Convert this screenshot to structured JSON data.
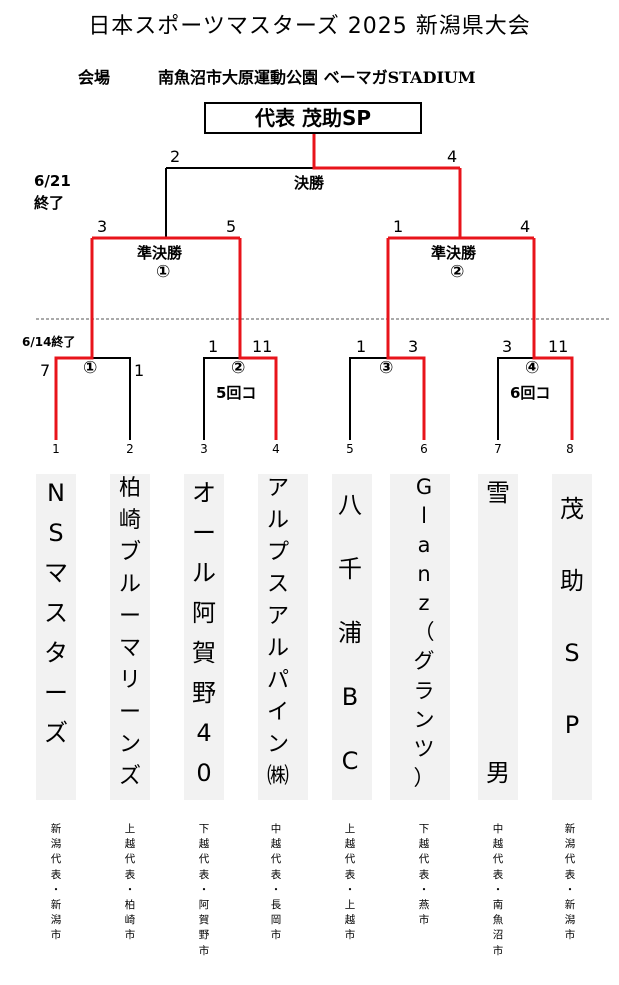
{
  "header": {
    "title": "日本スポーツマスターズ 2025 新潟県大会",
    "venue_label": "会場",
    "venue_name": "南魚沼市大原運動公園 ベーマガSTADIUM"
  },
  "champion": "代表 茂助SP",
  "dates": {
    "final": "6/21",
    "final_status": "終了",
    "first_round": "6/14終了"
  },
  "final": {
    "label": "決勝",
    "left_score": "2",
    "right_score": "4"
  },
  "semifinals": [
    {
      "label": "準決勝",
      "number": "①",
      "left_score": "3",
      "right_score": "5"
    },
    {
      "label": "準決勝",
      "number": "②",
      "left_score": "1",
      "right_score": "4"
    }
  ],
  "first_round": [
    {
      "number": "①",
      "left_score": "7",
      "right_score": "1",
      "note": ""
    },
    {
      "number": "②",
      "left_score": "1",
      "right_score": "11",
      "note": "5回コ"
    },
    {
      "number": "③",
      "left_score": "1",
      "right_score": "3",
      "note": ""
    },
    {
      "number": "④",
      "left_score": "3",
      "right_score": "11",
      "note": "6回コ"
    }
  ],
  "teams": [
    {
      "seed": "1",
      "name": "NSマスターズ",
      "prefecture": "新潟代表・新潟市"
    },
    {
      "seed": "2",
      "name": "柏崎ブルーマリーンズ",
      "prefecture": "上越代表・柏崎市"
    },
    {
      "seed": "3",
      "name": "オール阿賀野40",
      "prefecture": "下越代表・阿賀野市"
    },
    {
      "seed": "4",
      "name": "アルプスアルパイン㈱",
      "prefecture": "中越代表・長岡市"
    },
    {
      "seed": "5",
      "name": "八千浦BC",
      "prefecture": "上越代表・上越市"
    },
    {
      "seed": "6",
      "name": "Glanz（グランツ）",
      "prefecture": "下越代表・燕市"
    },
    {
      "seed": "7",
      "name": "雪男",
      "prefecture": "中越代表・南魚沼市"
    },
    {
      "seed": "8",
      "name": "茂助SP",
      "prefecture": "新潟代表・新潟市"
    }
  ],
  "colors": {
    "winner_line": "#e8141b",
    "line": "#000000",
    "column_bg": "#f2f2f2"
  }
}
